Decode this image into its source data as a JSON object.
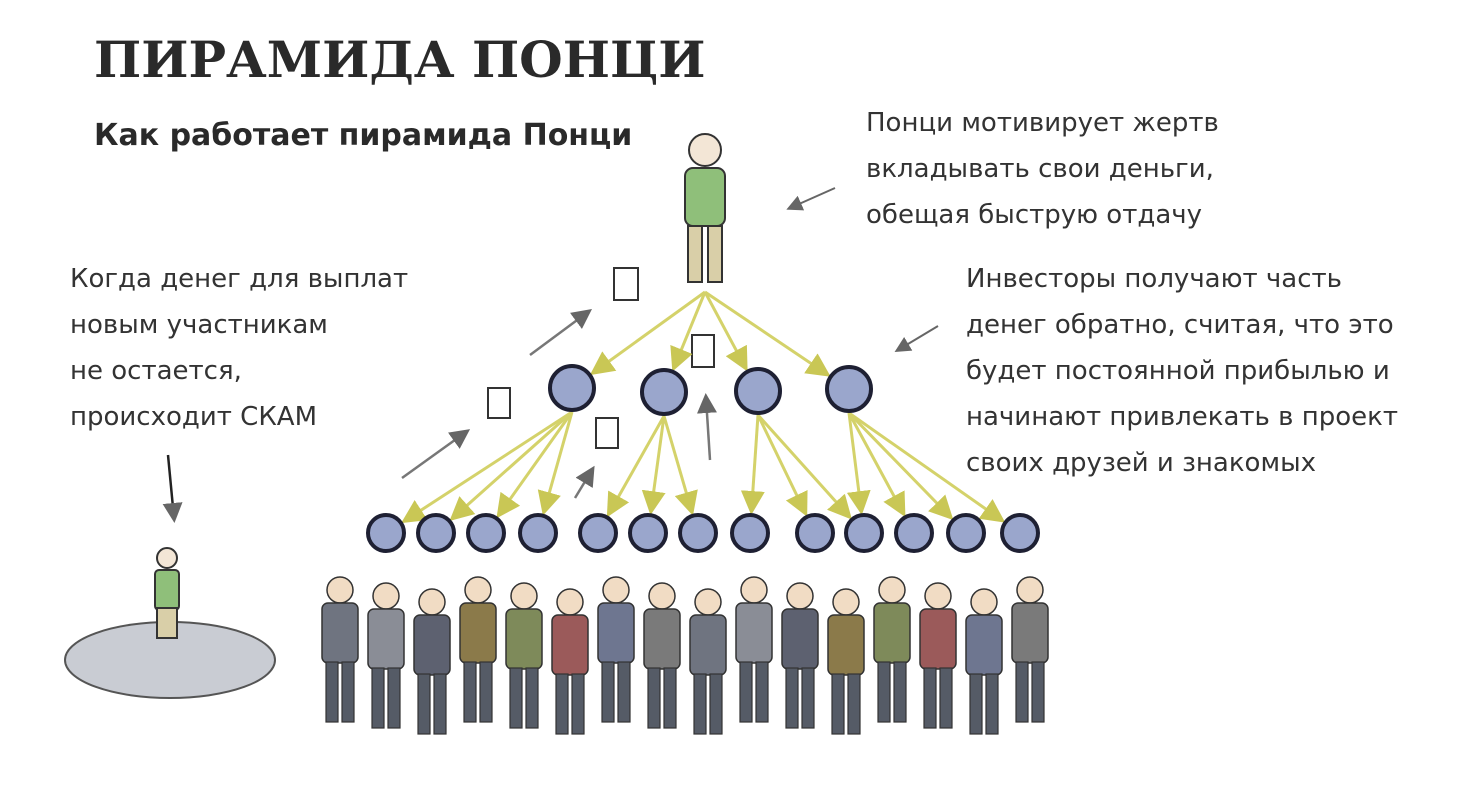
{
  "title": "ПИРАМИДА ПОНЦИ",
  "subtitle": "Как работает пирамида Понци",
  "notes": {
    "top": [
      "Понци мотивирует жертв",
      "вкладывать свои деньги,",
      "обещая быструю отдачу"
    ],
    "left": [
      "Когда денег для выплат",
      "новым участникам",
      "не остается,",
      "происходит СКАМ"
    ],
    "right": [
      "Инвесторы получают часть",
      "денег обратно, считая, что это",
      "будет постоянной прибылью и",
      "начинают привлекать в проект",
      "своих друзей и знакомых"
    ]
  },
  "colors": {
    "node_fill": "#9aa6cc",
    "node_stroke": "#1e2033",
    "arrow": "#d4d26a",
    "money_arrow": "#777777"
  }
}
